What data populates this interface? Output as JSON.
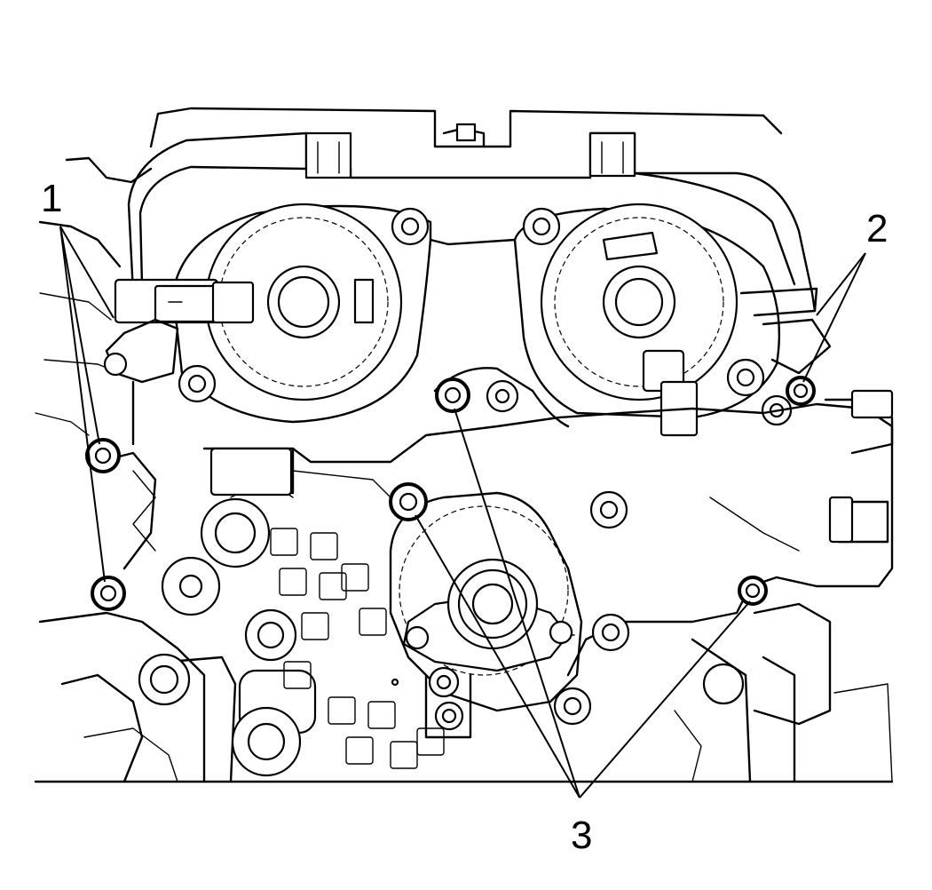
{
  "figure": {
    "callouts": {
      "c1": "1",
      "c2": "2",
      "c3": "3"
    }
  }
}
